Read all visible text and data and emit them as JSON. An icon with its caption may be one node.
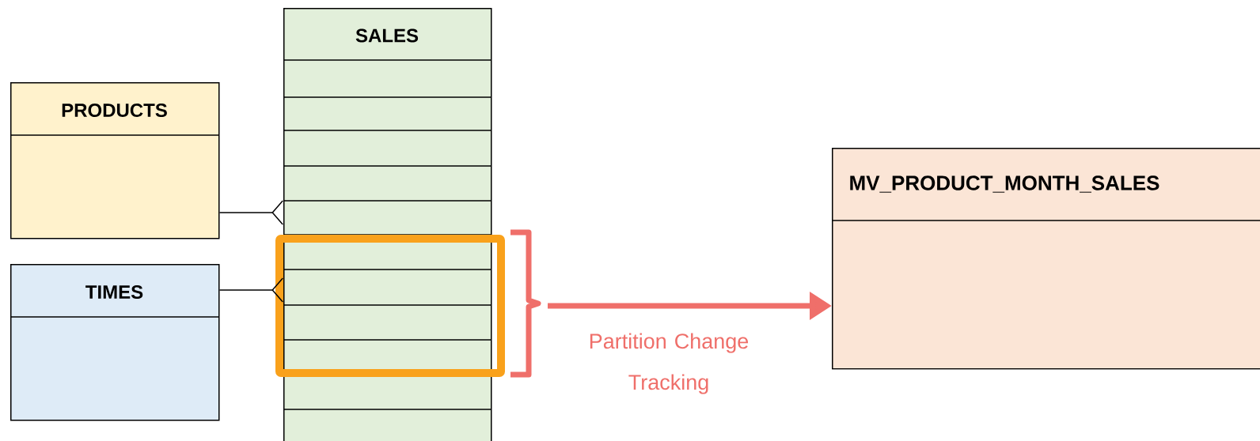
{
  "diagram": {
    "nodes": [
      {
        "text": [
          "SALES"
        ]
      },
      {
        "text": [
          "PRODUCTS"
        ]
      },
      {
        "text": [
          "TIMES"
        ]
      },
      {
        "text": [
          "MV_PRODUCT_MONTH_SALES"
        ]
      },
      {
        "text": [],
        "shape": "box"
      }
    ],
    "edges": [
      {
        "from": 1,
        "to": 0,
        "arrow": "other"
      },
      {
        "from": 2,
        "to": 0,
        "arrow": "other"
      },
      {
        "from": 4,
        "to": 3,
        "arrow": "to",
        "label": "Partition Change Tracking",
        "style": "thick",
        "color": "#ef6f6a"
      }
    ]
  }
}
